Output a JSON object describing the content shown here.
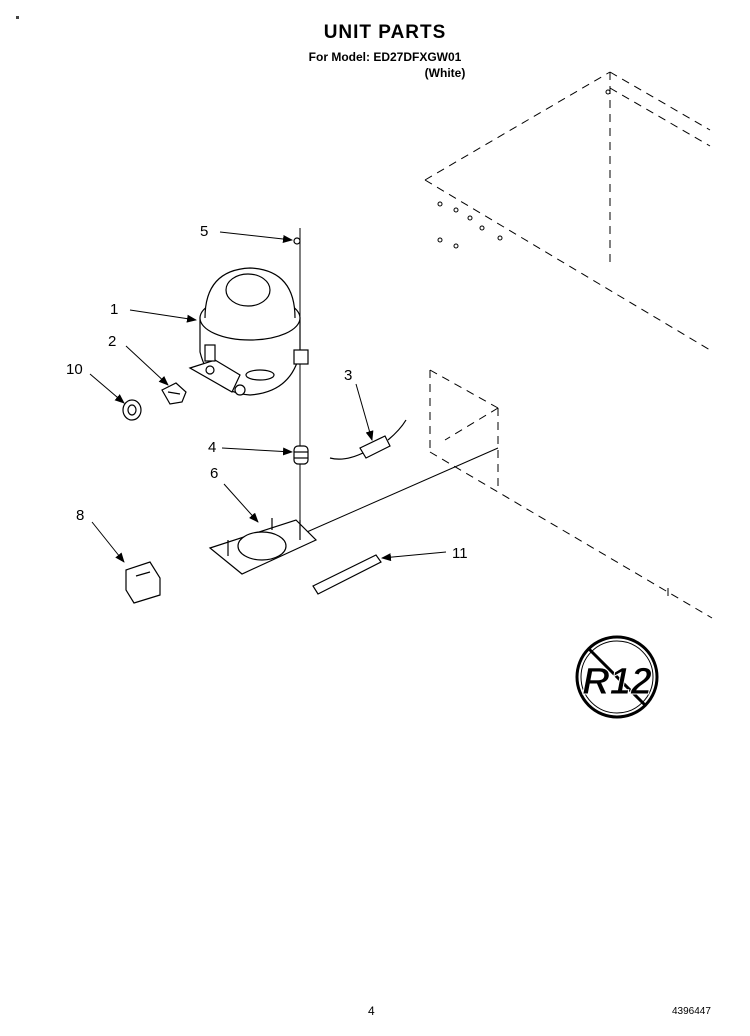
{
  "header": {
    "title": "UNIT PARTS",
    "model_line": "For Model: ED27DFXGW01",
    "variant": "(White)"
  },
  "callouts": [
    {
      "id": "1",
      "label": "1"
    },
    {
      "id": "2",
      "label": "2"
    },
    {
      "id": "3",
      "label": "3"
    },
    {
      "id": "4",
      "label": "4"
    },
    {
      "id": "5",
      "label": "5"
    },
    {
      "id": "6",
      "label": "6"
    },
    {
      "id": "8",
      "label": "8"
    },
    {
      "id": "10",
      "label": "10"
    },
    {
      "id": "11",
      "label": "11"
    }
  ],
  "badge": {
    "text": "R12",
    "icon": "no-r12-icon"
  },
  "footer": {
    "page": "4",
    "doc_number": "4396447"
  }
}
